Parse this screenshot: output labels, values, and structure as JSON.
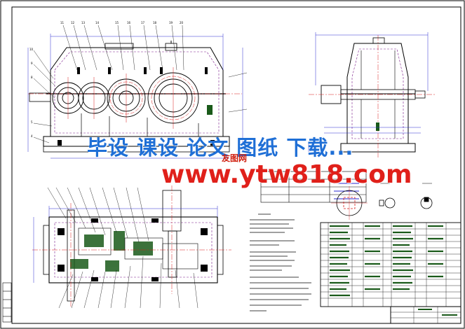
{
  "watermark": {
    "line1": "毕设 课设 论文 图纸 下载...",
    "line2": "www.ytw818.com",
    "logo_text": "友图网",
    "line1_color": "#1f6fd6",
    "line2_color": "#e0201a"
  },
  "colors": {
    "paper": "#ffffff",
    "line": "#000000",
    "centerline": "#d81a1a",
    "hidden_line": "#7a1a8a",
    "dimension": "#2a2ad0",
    "fill_dark": "#1a5a1a"
  }
}
